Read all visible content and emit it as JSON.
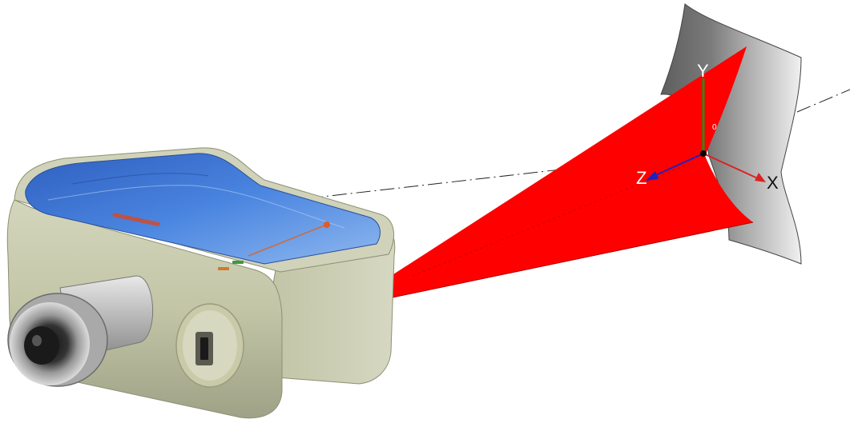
{
  "axes": {
    "x_label": "X",
    "y_label": "Y",
    "z_label": "Z",
    "origin_label": "0"
  },
  "colors": {
    "laser_beam": "#ff0000",
    "x_axis": "#e02020",
    "y_axis": "#2a8a1a",
    "z_axis": "#2020c0",
    "surface_dark": "#5a5a5a",
    "surface_light": "#d9d9d9",
    "device_body": "#c9ccb0",
    "device_top": "#3a6fcf"
  },
  "icons": {
    "device": "laser-scanner-device-icon",
    "lens": "camera-lens-icon",
    "port": "usb-port-icon"
  }
}
